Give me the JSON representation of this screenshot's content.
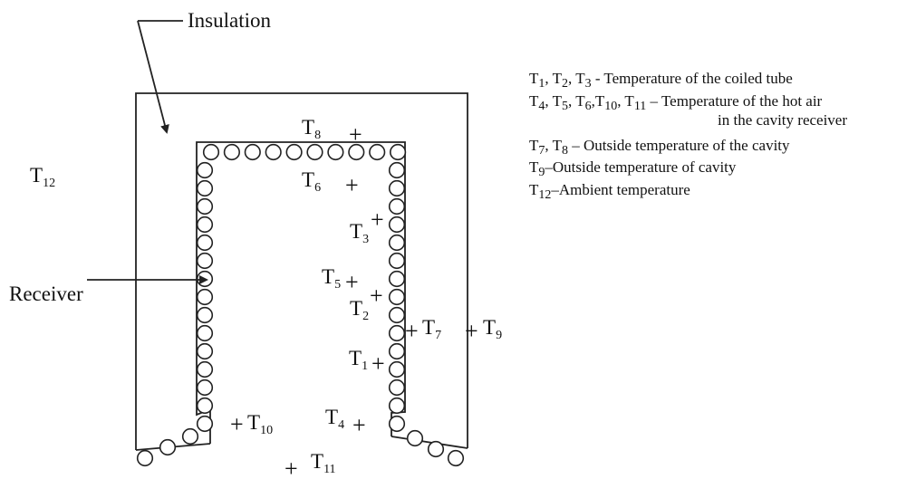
{
  "labels": {
    "insulation": "Insulation",
    "receiver": "Receiver"
  },
  "sensors": [
    {
      "id": "t8",
      "letter": "T",
      "sub": "8"
    },
    {
      "id": "t6",
      "letter": "T",
      "sub": "6"
    },
    {
      "id": "t12",
      "letter": "T",
      "sub": "12"
    },
    {
      "id": "t3",
      "letter": "T",
      "sub": "3"
    },
    {
      "id": "t5",
      "letter": "T",
      "sub": "5"
    },
    {
      "id": "t2",
      "letter": "T",
      "sub": "2"
    },
    {
      "id": "t7",
      "letter": "T",
      "sub": "7"
    },
    {
      "id": "t9",
      "letter": "T",
      "sub": "9"
    },
    {
      "id": "t1",
      "letter": "T",
      "sub": "1"
    },
    {
      "id": "t4",
      "letter": "T",
      "sub": "4"
    },
    {
      "id": "t10",
      "letter": "T",
      "sub": "10"
    },
    {
      "id": "t11",
      "letter": "T",
      "sub": "11"
    }
  ],
  "legend": [
    {
      "symbols": [
        [
          "T",
          "1"
        ],
        [
          "T",
          "2"
        ],
        [
          "T",
          "3"
        ]
      ],
      "text": " - Temperature of  the coiled  tube"
    },
    {
      "symbols": [
        [
          "T",
          "4"
        ],
        [
          "T",
          "5"
        ],
        [
          "T",
          "6"
        ],
        [
          "T",
          "10"
        ],
        [
          "T",
          "11"
        ]
      ],
      "text": " – Temperature of the hot air"
    },
    {
      "symbols": [],
      "text": "in the cavity receiver"
    },
    {
      "symbols": [
        [
          "T",
          "7"
        ],
        [
          "T",
          "8"
        ]
      ],
      "text": " – Outside temperature  of  the cavity"
    },
    {
      "symbols": [
        [
          "T",
          "9"
        ]
      ],
      "text": "–Outside temperature of  cavity"
    },
    {
      "symbols": [
        [
          "T",
          "12"
        ]
      ],
      "text": "–Ambient temperature"
    }
  ]
}
